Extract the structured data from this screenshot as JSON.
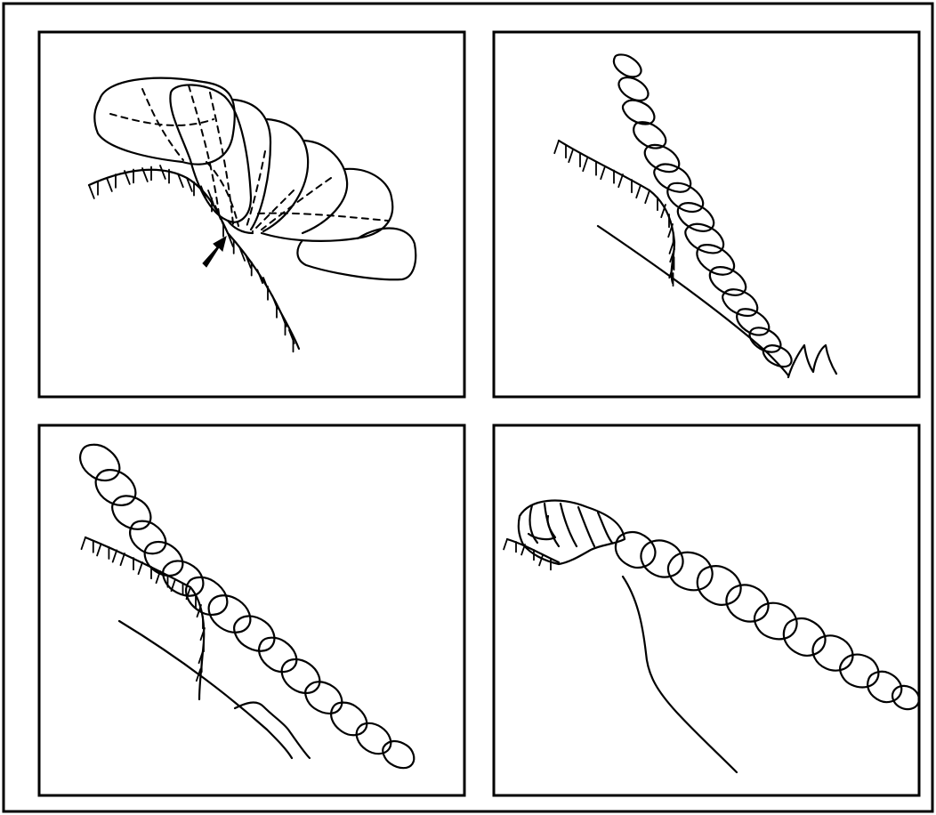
{
  "figure": {
    "panels": [
      {
        "id": "top-left",
        "features": [
          "overlapping-lobes",
          "dashed-boundaries",
          "hatched-scarp",
          "arrow"
        ]
      },
      {
        "id": "top-right",
        "features": [
          "lobe-chain",
          "hatched-scarp",
          "slope-line"
        ]
      },
      {
        "id": "bottom-left",
        "features": [
          "lobe-chain",
          "hatched-scarp",
          "slope-line"
        ]
      },
      {
        "id": "bottom-right",
        "features": [
          "lobe-chain",
          "hatched-scarp",
          "slope-line"
        ]
      }
    ],
    "colors": {
      "ink": "#000000",
      "background": "#ffffff"
    },
    "icons": [
      "black-arrow-icon"
    ]
  }
}
